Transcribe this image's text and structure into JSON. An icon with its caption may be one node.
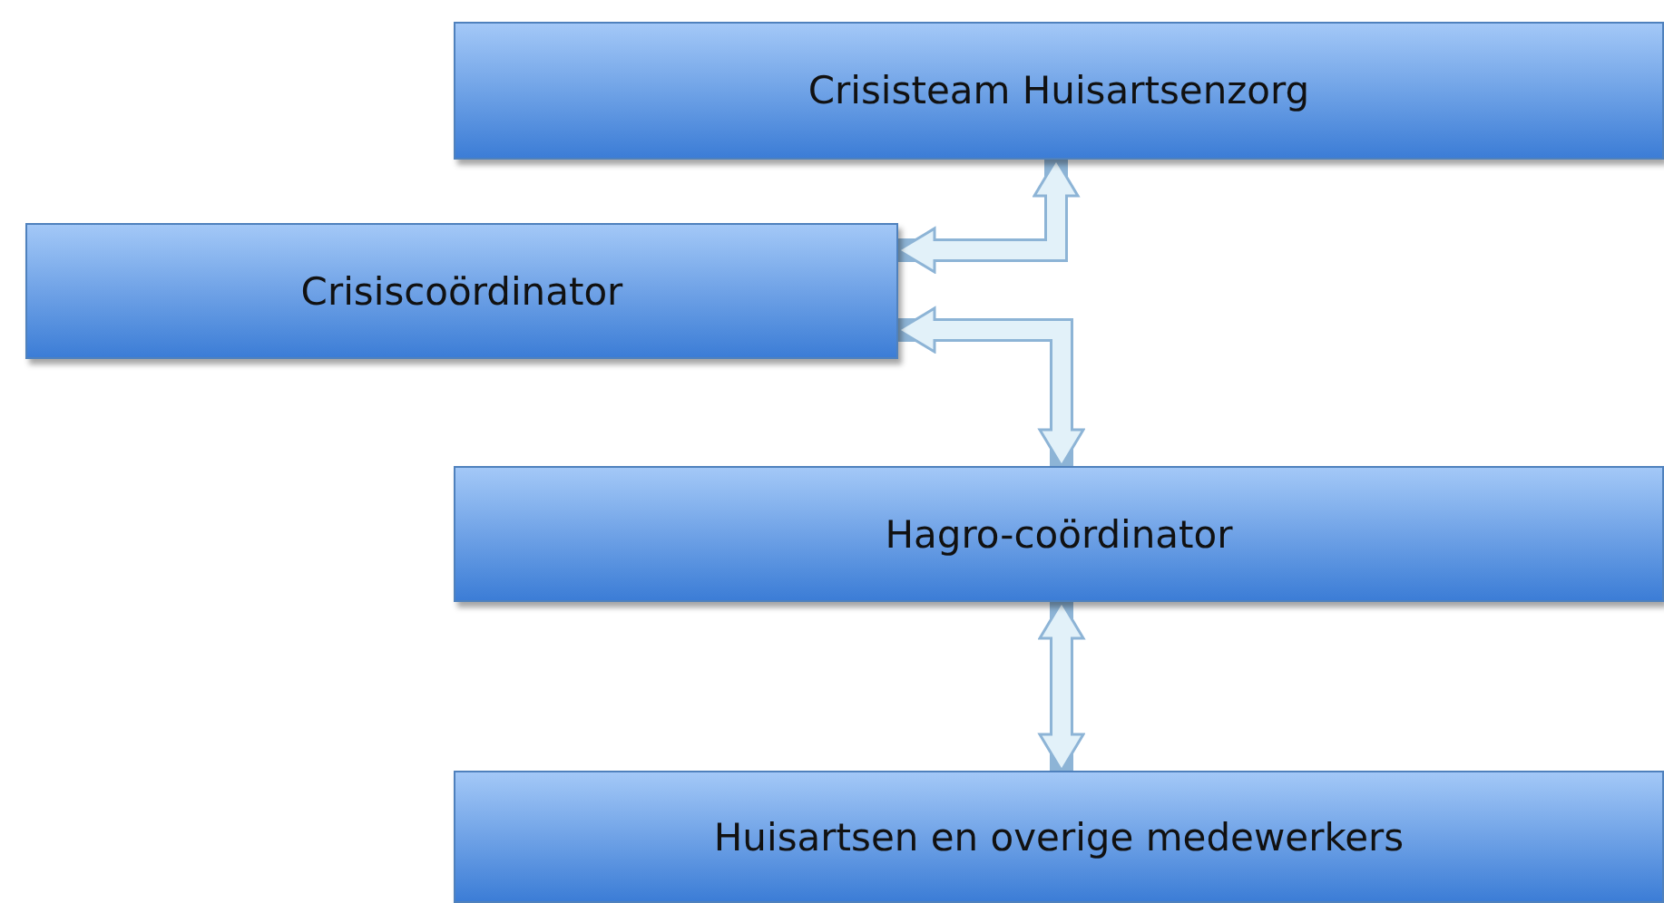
{
  "diagram": {
    "nodes": [
      {
        "text": [
          "Crisisteam Huisartsenzorg"
        ]
      },
      {
        "text": [
          "Crisiscoördinator"
        ]
      },
      {
        "text": [
          "Hagro-coördinator"
        ]
      },
      {
        "text": [
          "Huisartsen en overige medewerkers"
        ]
      }
    ],
    "edges": [
      {
        "from": 1,
        "to": 0,
        "arrow": "both"
      },
      {
        "from": 1,
        "to": 2,
        "arrow": "both"
      },
      {
        "from": 2,
        "to": 3,
        "arrow": "both"
      }
    ]
  }
}
